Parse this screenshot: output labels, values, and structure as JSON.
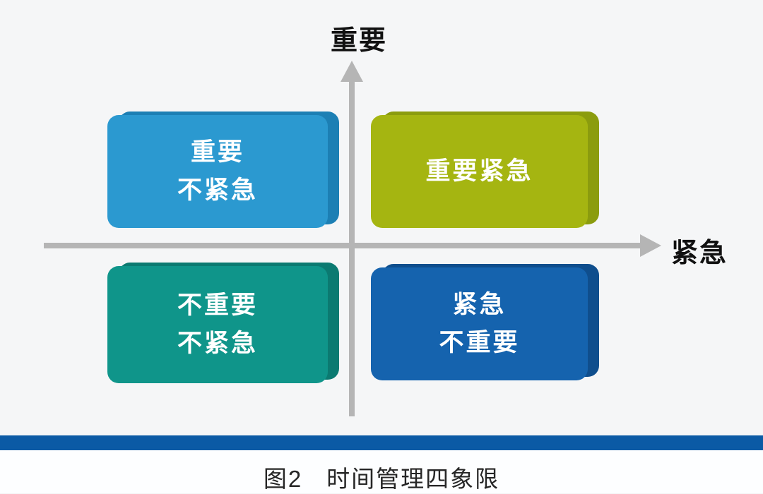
{
  "axes": {
    "y_label": "重要",
    "x_label": "紧急"
  },
  "quadrants": [
    {
      "position": "top-left",
      "text": "重要\n不紧急",
      "color": "#2b99d0",
      "edge_color": "#1c7fb4"
    },
    {
      "position": "top-right",
      "text": "重要紧急",
      "color": "#a5b511",
      "edge_color": "#8b9c0e"
    },
    {
      "position": "bottom-left",
      "text": "不重要\n不紧急",
      "color": "#0f958a",
      "edge_color": "#0b7a71"
    },
    {
      "position": "bottom-right",
      "text": "紧急\n不重要",
      "color": "#1563ae",
      "edge_color": "#0f4e8d"
    }
  ],
  "caption": {
    "label": "图2",
    "title": "时间管理四象限"
  },
  "colors": {
    "axis": "#b5b5b5",
    "background": "#f5f6f7",
    "bar": "#0b5aa5",
    "footer_background": "#fdfeff",
    "box_text": "#ffffff",
    "label_text": "#111111"
  }
}
